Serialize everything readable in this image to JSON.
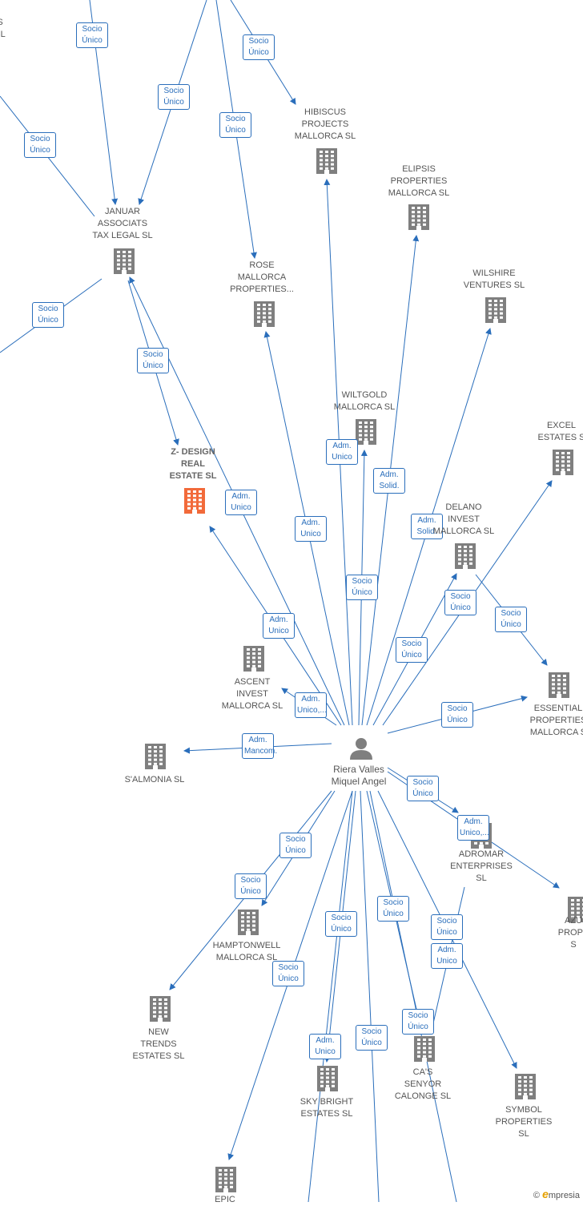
{
  "colors": {
    "edge": "#2a6ebb",
    "company": "#7f7f7f",
    "focus": "#f26a3a",
    "person": "#7f7f7f"
  },
  "center": {
    "id": "riera",
    "label": "Riera Valles\nMiquel Angel",
    "icon": "person-icon"
  },
  "nodes": [
    {
      "id": "s_top",
      "label": "S\nSL"
    },
    {
      "id": "januar",
      "label": "JANUAR\nASSOCIATS\nTAX LEGAL  SL"
    },
    {
      "id": "hibiscus",
      "label": "HIBISCUS\nPROJECTS\nMALLORCA  SL"
    },
    {
      "id": "elipsis",
      "label": "ELIPSIS\nPROPERTIES\nMALLORCA  SL"
    },
    {
      "id": "rose",
      "label": "ROSE\nMALLORCA\nPROPERTIES..."
    },
    {
      "id": "wilshire",
      "label": "WILSHIRE\nVENTURES  SL"
    },
    {
      "id": "wiltgold",
      "label": "WILTGOLD\nMALLORCA  SL"
    },
    {
      "id": "zdesign",
      "label": "Z- DESIGN\nREAL\nESTATE  SL",
      "focus": true
    },
    {
      "id": "excel",
      "label": "EXCEL\nESTATES  S"
    },
    {
      "id": "delano",
      "label": "DELANO\nINVEST\nMALLORCA  SL"
    },
    {
      "id": "ascent",
      "label": "ASCENT\nINVEST\nMALLORCA  SL"
    },
    {
      "id": "essential",
      "label": "ESSENTIAL\nPROPERTIES\nMALLORCA  S"
    },
    {
      "id": "salmonia",
      "label": "S'ALMONIA SL"
    },
    {
      "id": "adromar",
      "label": "ADROMAR\nENTERPRISES\nSL"
    },
    {
      "id": "azu",
      "label": "AZU\nPROPE\nS"
    },
    {
      "id": "hamptonwell",
      "label": "HAMPTONWELL\nMALLORCA  SL"
    },
    {
      "id": "newtrends",
      "label": "NEW\nTRENDS\nESTATES  SL"
    },
    {
      "id": "casenyor",
      "label": "CA'S\nSENYOR\nCALONGE  SL"
    },
    {
      "id": "symbol",
      "label": "SYMBOL\nPROPERTIES\nSL"
    },
    {
      "id": "skybright",
      "label": "SKY BRIGHT\nESTATES  SL"
    },
    {
      "id": "epic",
      "label": "EPIC"
    }
  ],
  "edges": [
    {
      "id": "e1",
      "label": "Socio\nÚnico"
    },
    {
      "id": "e2",
      "label": "Socio\nÚnico"
    },
    {
      "id": "e3",
      "label": "Socio\nÚnico"
    },
    {
      "id": "e4",
      "label": "Socio\nÚnico"
    },
    {
      "id": "e5",
      "label": "Socio\nÚnico"
    },
    {
      "id": "e6",
      "label": "Socio\nÚnico"
    },
    {
      "id": "e7",
      "label": "Socio\nÚnico"
    },
    {
      "id": "e8",
      "label": "Adm.\nUnico"
    },
    {
      "id": "e9",
      "label": "Adm.\nSolid."
    },
    {
      "id": "e10",
      "label": "Adm.\nUnico"
    },
    {
      "id": "e11",
      "label": "Adm.\nUnico"
    },
    {
      "id": "e12",
      "label": "Adm.\nSolid."
    },
    {
      "id": "e13",
      "label": "Socio\nÚnico"
    },
    {
      "id": "e14",
      "label": "Socio\nÚnico"
    },
    {
      "id": "e15",
      "label": "Socio\nÚnico"
    },
    {
      "id": "e16",
      "label": "Adm.\nUnico"
    },
    {
      "id": "e17",
      "label": "Socio\nÚnico"
    },
    {
      "id": "e18",
      "label": "Adm.\nUnico,..."
    },
    {
      "id": "e19",
      "label": "Socio\nÚnico"
    },
    {
      "id": "e20",
      "label": "Adm.\nMancom."
    },
    {
      "id": "e21",
      "label": "Socio\nÚnico"
    },
    {
      "id": "e22",
      "label": "Adm.\nUnico,..."
    },
    {
      "id": "e23",
      "label": "Socio\nÚnico"
    },
    {
      "id": "e24",
      "label": "Socio\nÚnico"
    },
    {
      "id": "e25",
      "label": "Socio\nÚnico"
    },
    {
      "id": "e26",
      "label": "Socio\nÚnico"
    },
    {
      "id": "e27",
      "label": "Socio\nÚnico"
    },
    {
      "id": "e28",
      "label": "Adm.\nUnico"
    },
    {
      "id": "e29",
      "label": "Socio\nÚnico"
    },
    {
      "id": "e30",
      "label": "Adm.\nUnico"
    },
    {
      "id": "e31",
      "label": "Socio\nÚnico"
    },
    {
      "id": "e32",
      "label": "Socio\nÚnico"
    }
  ],
  "brand": {
    "copyright": "©",
    "name": "mpresia",
    "initial": "e"
  }
}
